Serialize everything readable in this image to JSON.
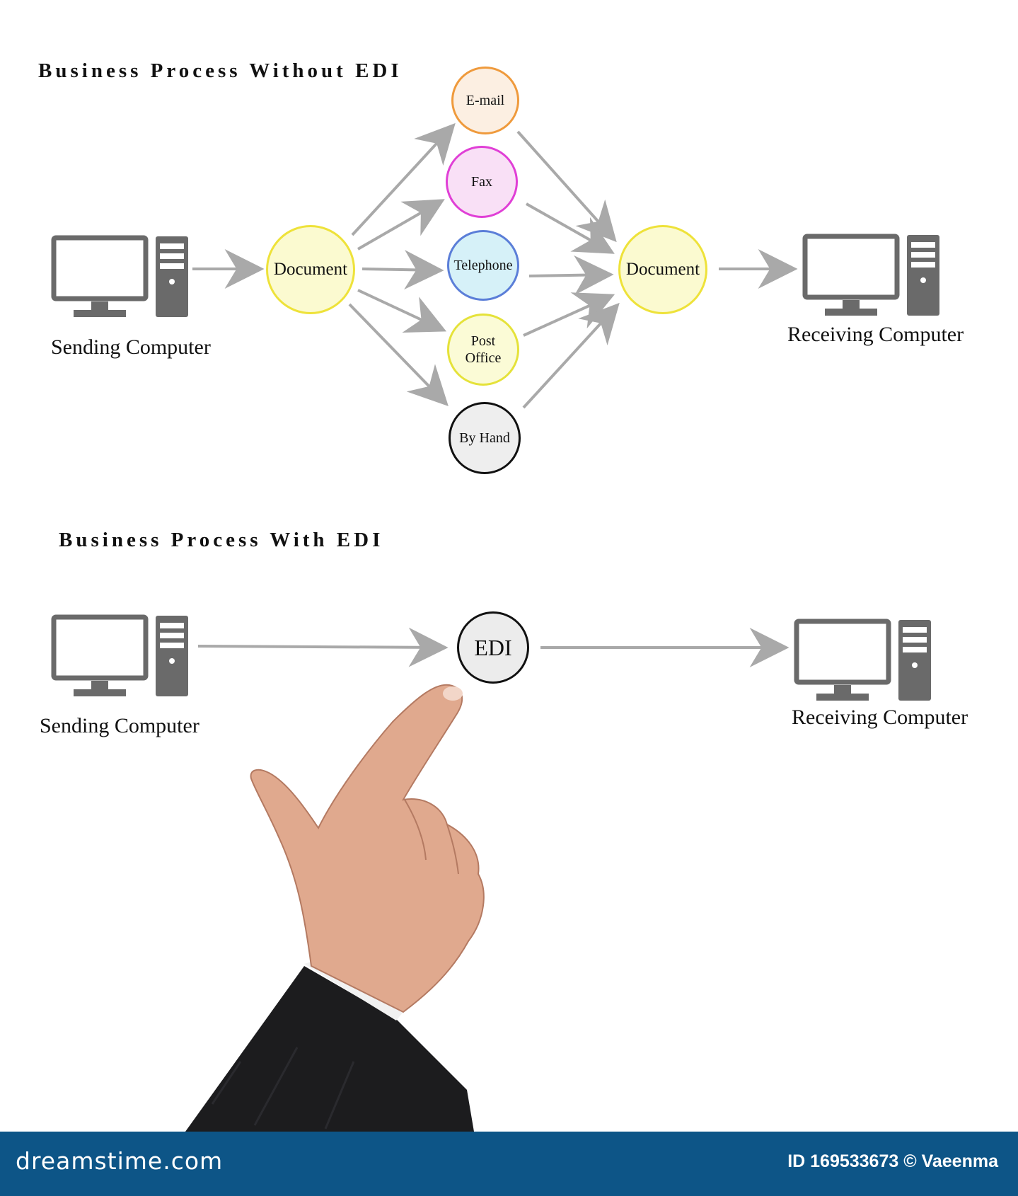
{
  "sections": {
    "without_title": "Business Process Without EDI",
    "with_title": "Business Process With EDI"
  },
  "without": {
    "sender_label": "Sending Computer",
    "receiver_label": "Receiving Computer",
    "left_document": "Document",
    "right_document": "Document",
    "channels": [
      {
        "label": "E-mail",
        "border": "#ef9a3c",
        "fill": "#fcefe2"
      },
      {
        "label": "Fax",
        "border": "#e03fd6",
        "fill": "#f9e0f6"
      },
      {
        "label": "Telephone",
        "border": "#5b7ed8",
        "fill": "#d6f1f8"
      },
      {
        "label": "Post Office",
        "border": "#e5e23a",
        "fill": "#fbfbd6"
      },
      {
        "label": "By Hand",
        "border": "#111111",
        "fill": "#eeeeee"
      }
    ],
    "document_colors": {
      "border": "#eee23a",
      "fill": "#fbfad0"
    }
  },
  "with": {
    "sender_label": "Sending Computer",
    "receiver_label": "Receiving Computer",
    "edi_label": "EDI"
  },
  "colors": {
    "computer": "#6a6a6a",
    "arrow": "#a9a9a9",
    "footer": "#0d5587"
  },
  "footer": {
    "brand": "dreamstime.com",
    "credit": "ID 169533673 © Vaeenma"
  }
}
